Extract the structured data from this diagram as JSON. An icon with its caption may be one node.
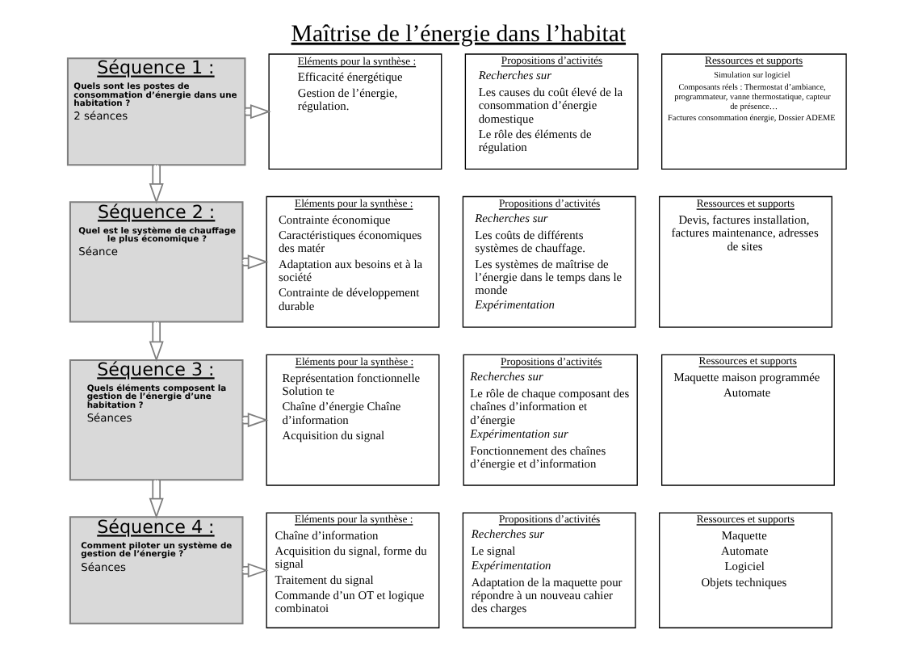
{
  "diagram": {
    "title": "Maîtrise de l’énergie dans l’habitat",
    "nodes": [
      {
        "text": [
          "Séquence 1 :",
          "Quels sont les postes de consommation d’énergie dans une habitation ?",
          "2 séances"
        ]
      },
      {
        "text": [
          "Eléments pour la synthèse :",
          "Efficacité énergétique",
          "Gestion de l’énergie, régulation."
        ]
      },
      {
        "text": [
          "Propositions d’activités",
          "Recherches sur",
          "Les causes du coût élevé de la consommation d’énergie domestique",
          "Le rôle des éléments de régulation"
        ]
      },
      {
        "text": [
          "Ressources et supports",
          "Simulation sur logiciel",
          "Composants réels : Thermostat d’ambiance, programmateur, vanne thermostatique, capteur de présence…",
          "Factures consommation énergie, Dossier ADEME"
        ]
      },
      {
        "text": [
          "Séquence 2 :",
          "Quel est le système de chauffage le plus économique ?",
          "Séance"
        ]
      },
      {
        "text": [
          "Eléments pour la synthèse :",
          "Contrainte économique",
          "Caractéristiques économiques des matér",
          "Adaptation aux besoins et à la société",
          "Contrainte de développement durable"
        ]
      },
      {
        "text": [
          "Propositions d’activités",
          "Recherches sur",
          "Les coûts de différents systèmes de chauffage.",
          "Les systèmes de maîtrise de l’énergie dans le temps dans le monde",
          "Expérimentation"
        ]
      },
      {
        "text": [
          "Ressources et supports",
          "Devis, factures installation, factures maintenance, adresses de sites"
        ]
      },
      {
        "text": [
          "Séquence 3 :",
          "Quels éléments composent la gestion de l’énergie d’une habitation ?",
          "Séances"
        ]
      },
      {
        "text": [
          "Eléments pour la synthèse :",
          "Représentation fonctionnelle Solution te",
          "Chaîne d’énergie Chaîne d’information",
          "Acquisition du signal"
        ]
      },
      {
        "text": [
          "Propositions d’activités",
          "Recherches sur",
          "Le rôle de chaque composant des chaînes d’information et d’énergie",
          "Expérimentation sur",
          "Fonctionnement des chaînes d’énergie et d’information"
        ]
      },
      {
        "text": [
          "Ressources et supports",
          "Maquette maison programmée",
          "Automate"
        ]
      },
      {
        "text": [
          "Séquence 4 :",
          "Comment piloter un système de gestion de l’énergie ?",
          "Séances"
        ]
      },
      {
        "text": [
          "Eléments pour la synthèse :",
          "Chaîne d’information",
          "Acquisition du signal, forme du signal",
          "Traitement du signal",
          "Commande d’un OT et logique combinatoi"
        ]
      },
      {
        "text": [
          "Propositions d’activités",
          "Recherches sur",
          "Le signal",
          "Expérimentation",
          "Adaptation de la maquette pour répondre à un nouveau cahier des charges"
        ]
      },
      {
        "text": [
          "Ressources et supports",
          "Maquette",
          "Automate",
          "Logiciel",
          "Objets techniques"
        ]
      }
    ],
    "edges": [
      {
        "from": 0,
        "to": 1,
        "arrow": "to"
      },
      {
        "from": 0,
        "to": 4,
        "arrow": "to"
      },
      {
        "from": 4,
        "to": 5,
        "arrow": "to"
      },
      {
        "from": 4,
        "to": 8,
        "arrow": "to"
      },
      {
        "from": 8,
        "to": 9,
        "arrow": "to"
      },
      {
        "from": 8,
        "to": 12,
        "arrow": "to"
      },
      {
        "from": 12,
        "to": 13,
        "arrow": "to"
      }
    ]
  }
}
